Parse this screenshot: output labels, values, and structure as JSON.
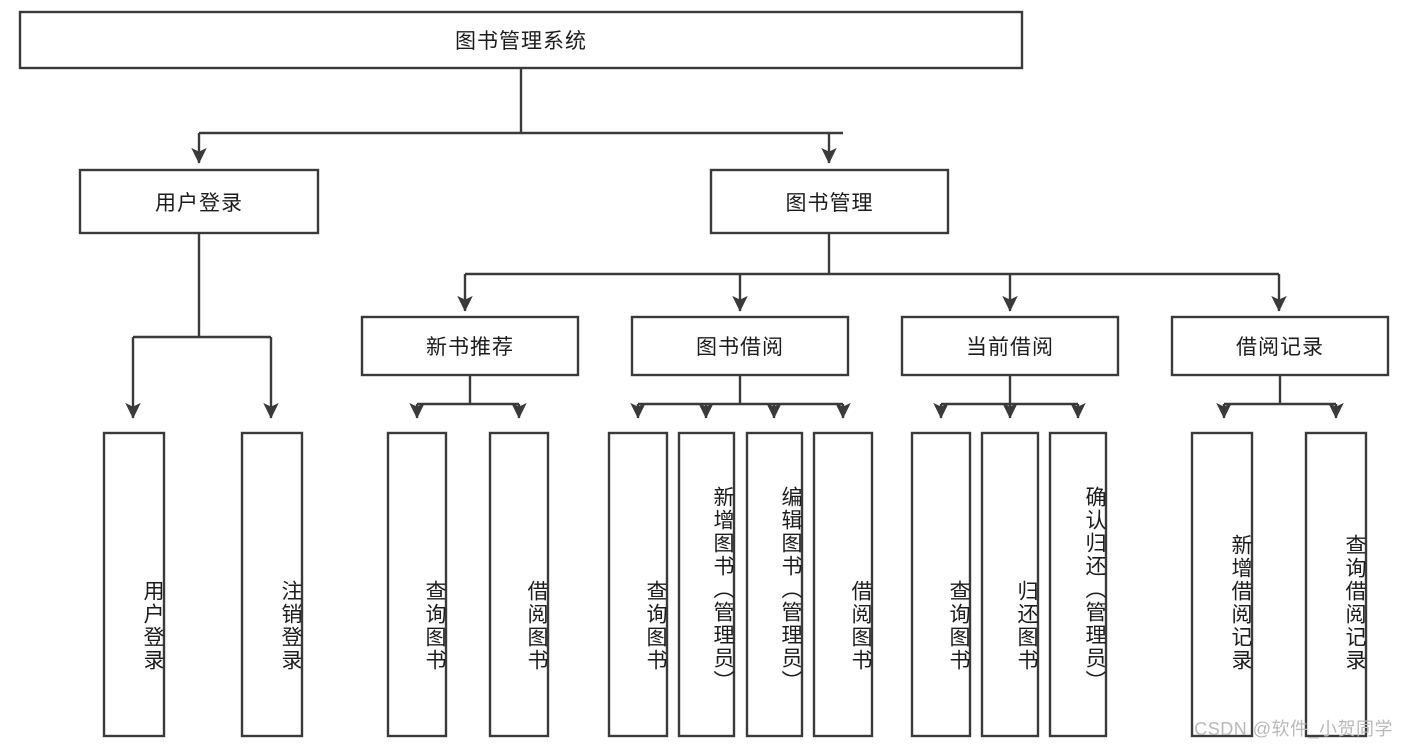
{
  "diagram": {
    "type": "tree-hierarchy",
    "title": "图书管理系统",
    "root": {
      "id": "root",
      "label": "图书管理系统",
      "orientation": "horizontal"
    },
    "level2": [
      {
        "id": "user-login",
        "label": "用户登录",
        "orientation": "horizontal"
      },
      {
        "id": "book-manage",
        "label": "图书管理",
        "orientation": "horizontal"
      }
    ],
    "level3": [
      {
        "id": "new-book-rec",
        "label": "新书推荐",
        "orientation": "horizontal",
        "parent": "book-manage"
      },
      {
        "id": "book-borrow",
        "label": "图书借阅",
        "orientation": "horizontal",
        "parent": "book-manage"
      },
      {
        "id": "current-borrow",
        "label": "当前借阅",
        "orientation": "horizontal",
        "parent": "book-manage"
      },
      {
        "id": "borrow-record",
        "label": "借阅记录",
        "orientation": "horizontal",
        "parent": "book-manage"
      }
    ],
    "leaves": [
      {
        "id": "leaf-user-login",
        "label": "用户登录",
        "parent": "user-login"
      },
      {
        "id": "leaf-user-logout",
        "label": "注销登录",
        "parent": "user-login"
      },
      {
        "id": "leaf-query-book-1",
        "label": "查询图书",
        "parent": "new-book-rec"
      },
      {
        "id": "leaf-borrow-book-1",
        "label": "借阅图书",
        "parent": "new-book-rec"
      },
      {
        "id": "leaf-query-book-2",
        "label": "查询图书",
        "parent": "book-borrow"
      },
      {
        "id": "leaf-add-book",
        "label": "新增图书（管理员）",
        "parent": "book-borrow"
      },
      {
        "id": "leaf-edit-book",
        "label": "编辑图书（管理员）",
        "parent": "book-borrow"
      },
      {
        "id": "leaf-borrow-book-2",
        "label": "借阅图书",
        "parent": "book-borrow"
      },
      {
        "id": "leaf-query-book-3",
        "label": "查询图书",
        "parent": "current-borrow"
      },
      {
        "id": "leaf-return-book",
        "label": "归还图书",
        "parent": "current-borrow"
      },
      {
        "id": "leaf-confirm-return",
        "label": "确认归还（管理员）",
        "parent": "current-borrow"
      },
      {
        "id": "leaf-add-record",
        "label": "新增借阅记录",
        "parent": "borrow-record"
      },
      {
        "id": "leaf-query-record",
        "label": "查询借阅记录",
        "parent": "borrow-record"
      }
    ],
    "colors": {
      "box_fill": "#ffffff",
      "box_stroke": "#3a3a3a",
      "edge": "#3a3a3a",
      "text": "#1c1c1c",
      "background": "#ffffff",
      "watermark": "#b9b9b9"
    }
  },
  "watermark": {
    "text": "CSDN @软件_小贺同学"
  }
}
